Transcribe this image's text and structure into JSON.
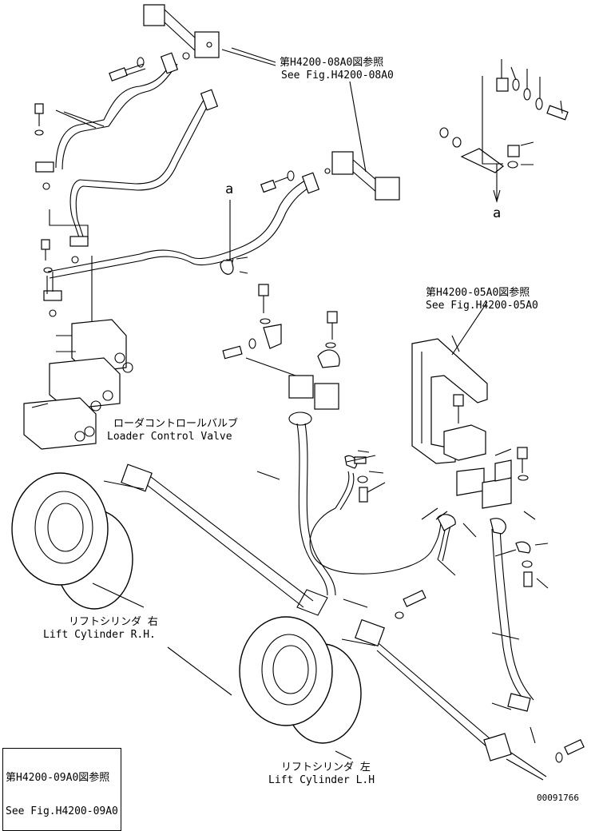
{
  "labels": {
    "ref_08a0_jp": "第H4200-08A0図参照",
    "ref_08a0_en": "See Fig.H4200-08A0",
    "ref_05a0_jp": "第H4200-05A0図参照",
    "ref_05a0_en": "See Fig.H4200-05A0",
    "ref_09a0_jp": "第H4200-09A0図参照",
    "ref_09a0_en": "See Fig.H4200-09A0",
    "valve_jp": "ローダコントロールバルブ",
    "valve_en": "Loader Control Valve",
    "lift_rh_jp": "リフトシリンダ 右",
    "lift_rh_en": "Lift Cylinder R.H.",
    "lift_lh_jp": "リフトシリンダ 左",
    "lift_lh_en": "Lift Cylinder L.H",
    "detail_a1": "a",
    "detail_a2": "a",
    "drawing_no": "00091766"
  }
}
